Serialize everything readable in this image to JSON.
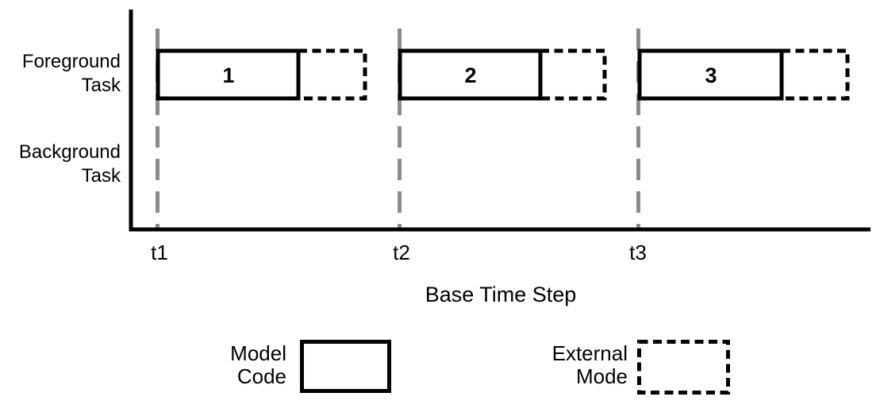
{
  "diagram": {
    "row_labels": [
      {
        "line1": "Foreground",
        "line2": "Task"
      },
      {
        "line1": "Background",
        "line2": "Task"
      }
    ],
    "x_axis": {
      "label": "Base Time Step",
      "ticks": [
        "t1",
        "t2",
        "t3"
      ]
    },
    "foreground_tasks": [
      {
        "number": "1",
        "start_tick": "t1",
        "segments": [
          "model-code",
          "external-mode"
        ]
      },
      {
        "number": "2",
        "start_tick": "t2",
        "segments": [
          "model-code",
          "external-mode"
        ]
      },
      {
        "number": "3",
        "start_tick": "t3",
        "segments": [
          "model-code",
          "external-mode"
        ]
      }
    ],
    "background_tasks": [],
    "legend": {
      "model_code": {
        "line1": "Model",
        "line2": "Code",
        "style": "solid-border"
      },
      "external_mode": {
        "line1": "External",
        "line2": "Mode",
        "style": "dashed-border"
      }
    },
    "colors": {
      "axis": "#000000",
      "gridline": "#8c8c8c",
      "box_border": "#000000",
      "box_fill": "#ffffff",
      "text": "#000000",
      "background": "#ffffff"
    }
  }
}
